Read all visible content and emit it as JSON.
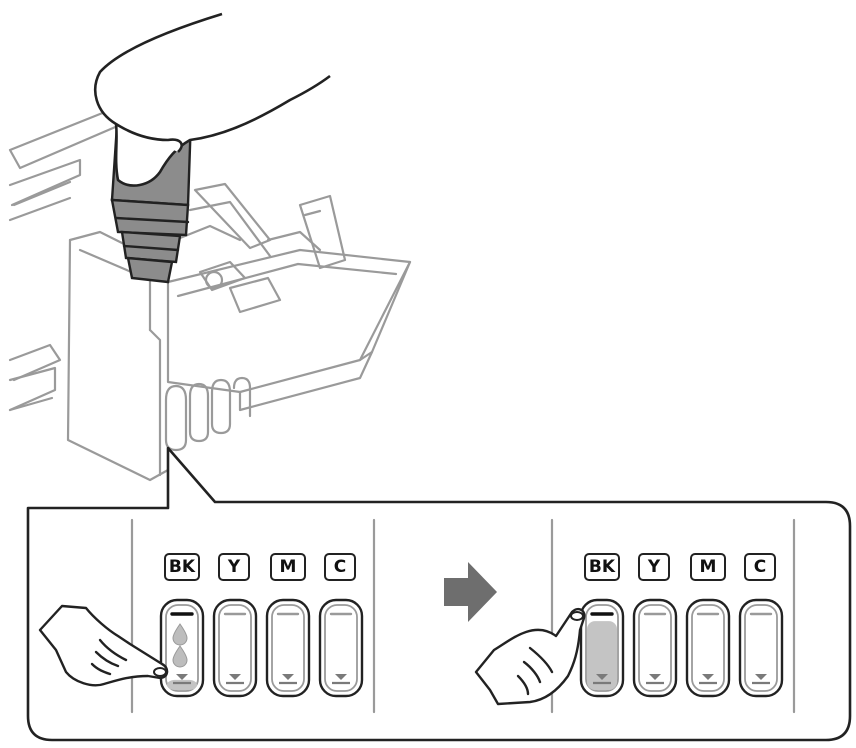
{
  "tank_labels": [
    "BK",
    "Y",
    "M",
    "C"
  ],
  "colors": {
    "ink_bottle": "#8c8c8c",
    "ink_fill": "#c4c4c4",
    "arrow": "#6e6e6e",
    "outline": "#222222",
    "printer_line": "#9a9a9a"
  },
  "before_state": {
    "bk_fill_fraction": 0.12
  },
  "after_state": {
    "bk_fill_fraction": 0.82
  },
  "icons": [
    "hand-holding-ink-bottle-icon",
    "pointing-hand-icon",
    "right-arrow-icon",
    "ink-drop-icon"
  ]
}
